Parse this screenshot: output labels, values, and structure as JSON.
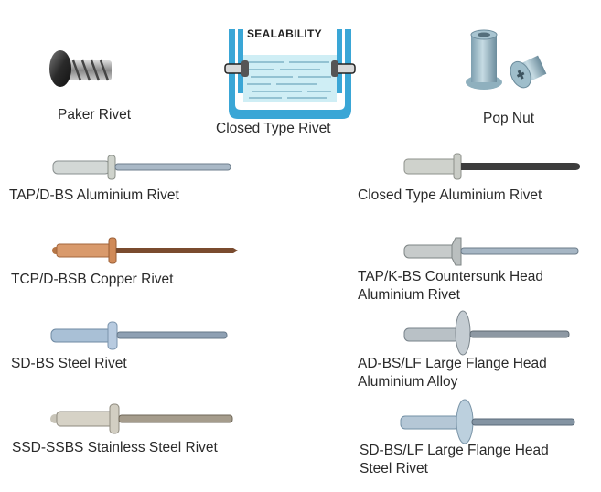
{
  "top_items": [
    {
      "name": "Paker Rivet"
    },
    {
      "name": "Closed Type Rivet",
      "diagram_text": "SEALABILITY"
    },
    {
      "name": "Pop Nut"
    }
  ],
  "left_items": [
    {
      "name": "TAP/D-BS Aluminium Rivet"
    },
    {
      "name": "TCP/D-BSB Copper Rivet"
    },
    {
      "name": "SD-BS Steel Rivet"
    },
    {
      "name": "SSD-SSBS Stainless Steel Rivet"
    }
  ],
  "right_items": [
    {
      "name": "Closed Type Aluminium Rivet"
    },
    {
      "line1": "TAP/K-BS Countersunk Head",
      "line2": "Aluminium Rivet"
    },
    {
      "line1": "AD-BS/LF Large Flange Head",
      "line2": "Aluminium Alloy"
    },
    {
      "line1": "SD-BS/LF Large Flange Head",
      "line2": "Steel Rivet"
    }
  ],
  "colors": {
    "diagram_blue": "#3aa6d6",
    "diagram_water": "#cfeef5",
    "aluminium": "#c9cfcf",
    "copper": "#c98a5a",
    "steel_blue": "#9fb6cf",
    "dark_mandrel": "#3c3c3c"
  }
}
